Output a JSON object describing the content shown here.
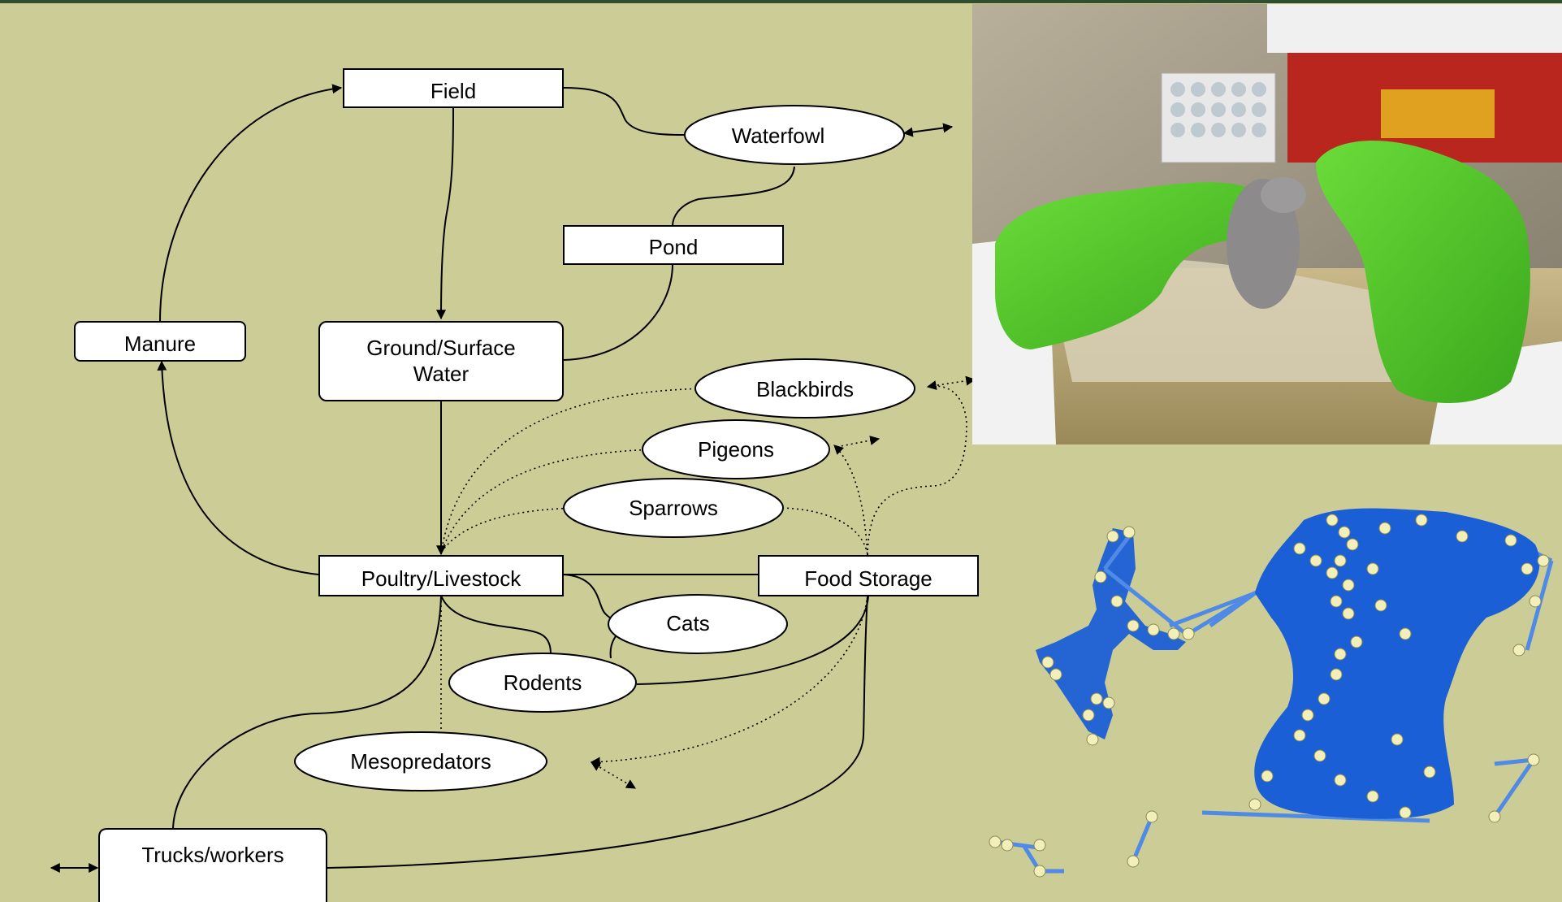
{
  "diagram": {
    "nodes": {
      "field": "Field",
      "waterfowl": "Waterfowl",
      "pond": "Pond",
      "manure": "Manure",
      "ground_surface_water_line1": "Ground/Surface",
      "ground_surface_water_line2": "Water",
      "blackbirds": "Blackbirds",
      "pigeons": "Pigeons",
      "sparrows": "Sparrows",
      "poultry_livestock": "Poultry/Livestock",
      "food_storage": "Food Storage",
      "cats": "Cats",
      "rodents": "Rodents",
      "mesopredators": "Mesopredators",
      "trucks_workers": "Trucks/workers"
    }
  },
  "colors": {
    "background": "#cccc96",
    "top_rule": "#2f4f2f",
    "node_fill": "#ffffff",
    "network_edges": "#1a5fd6",
    "network_nodes": "#f2f0b8",
    "gloves": "#4fc72a"
  },
  "photo": {
    "subject": "gloved hands holding a mouse in a lab hood"
  },
  "network": {
    "subject": "blue contact network graph with pale node clusters"
  }
}
